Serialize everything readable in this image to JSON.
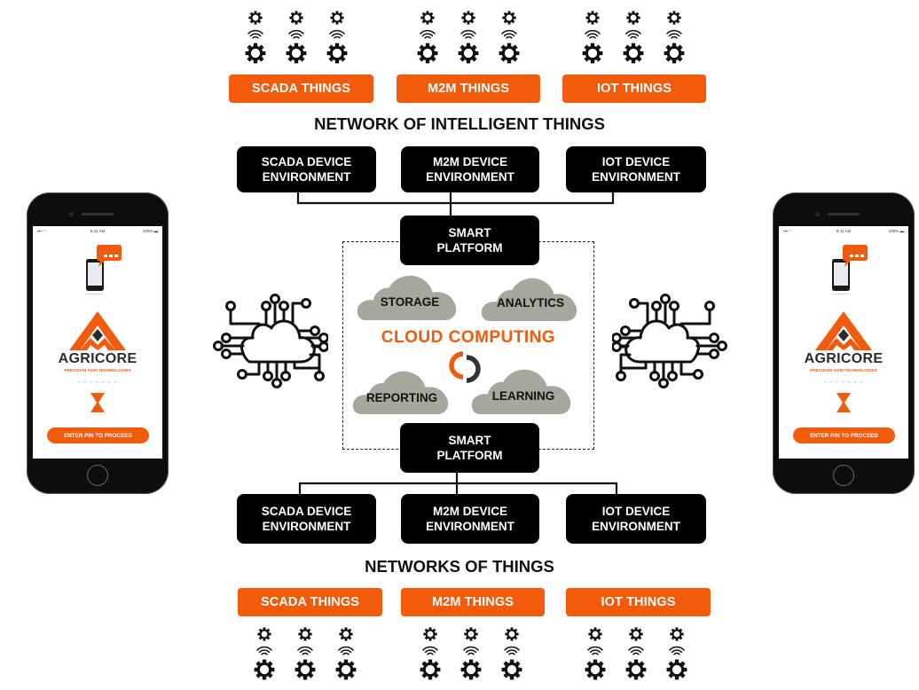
{
  "colors": {
    "accent": "#f25a0c",
    "dark_box": "#000000",
    "cloud_gray": "#a8a79e",
    "text": "#111111"
  },
  "top_section": {
    "things": [
      {
        "label": "SCADA THINGS",
        "icon": "gear-wireless-icon",
        "count": 3
      },
      {
        "label": "M2M THINGS",
        "icon": "gear-wireless-icon",
        "count": 3
      },
      {
        "label": "IOT THINGS",
        "icon": "gear-wireless-icon",
        "count": 3
      }
    ],
    "title": "NETWORK OF INTELLIGENT THINGS",
    "devices": [
      {
        "line1": "SCADA DEVICE",
        "line2": "ENVIRONMENT"
      },
      {
        "line1": "M2M DEVICE",
        "line2": "ENVIRONMENT"
      },
      {
        "line1": "IOT DEVICE",
        "line2": "ENVIRONMENT"
      }
    ],
    "platform": {
      "line1": "SMART",
      "line2": "PLATFORM"
    }
  },
  "cloud": {
    "title": "CLOUD COMPUTING",
    "services": [
      "STORAGE",
      "ANALYTICS",
      "REPORTING",
      "LEARNING"
    ],
    "center_icon": "sync-rings-icon",
    "side_icon": "circuit-cloud-icon"
  },
  "bottom_section": {
    "platform": {
      "line1": "SMART",
      "line2": "PLATFORM"
    },
    "devices": [
      {
        "line1": "SCADA DEVICE",
        "line2": "ENVIRONMENT"
      },
      {
        "line1": "M2M DEVICE",
        "line2": "ENVIRONMENT"
      },
      {
        "line1": "IOT DEVICE",
        "line2": "ENVIRONMENT"
      }
    ],
    "title": "NETWORKS OF THINGS",
    "things": [
      {
        "label": "SCADA THINGS",
        "icon": "gear-wireless-icon",
        "count": 3
      },
      {
        "label": "M2M THINGS",
        "icon": "gear-wireless-icon",
        "count": 3
      },
      {
        "label": "IOT THINGS",
        "icon": "gear-wireless-icon",
        "count": 3
      }
    ]
  },
  "phone": {
    "status_time": "9:41 AM",
    "status_battery": "100%",
    "brand": "AGRICORE",
    "tagline": "PRECISION AGRI TECHNOLOGIES",
    "pin_placeholder": "- - - - - - -",
    "button_label": "ENTER PIN TO PROCEED"
  }
}
